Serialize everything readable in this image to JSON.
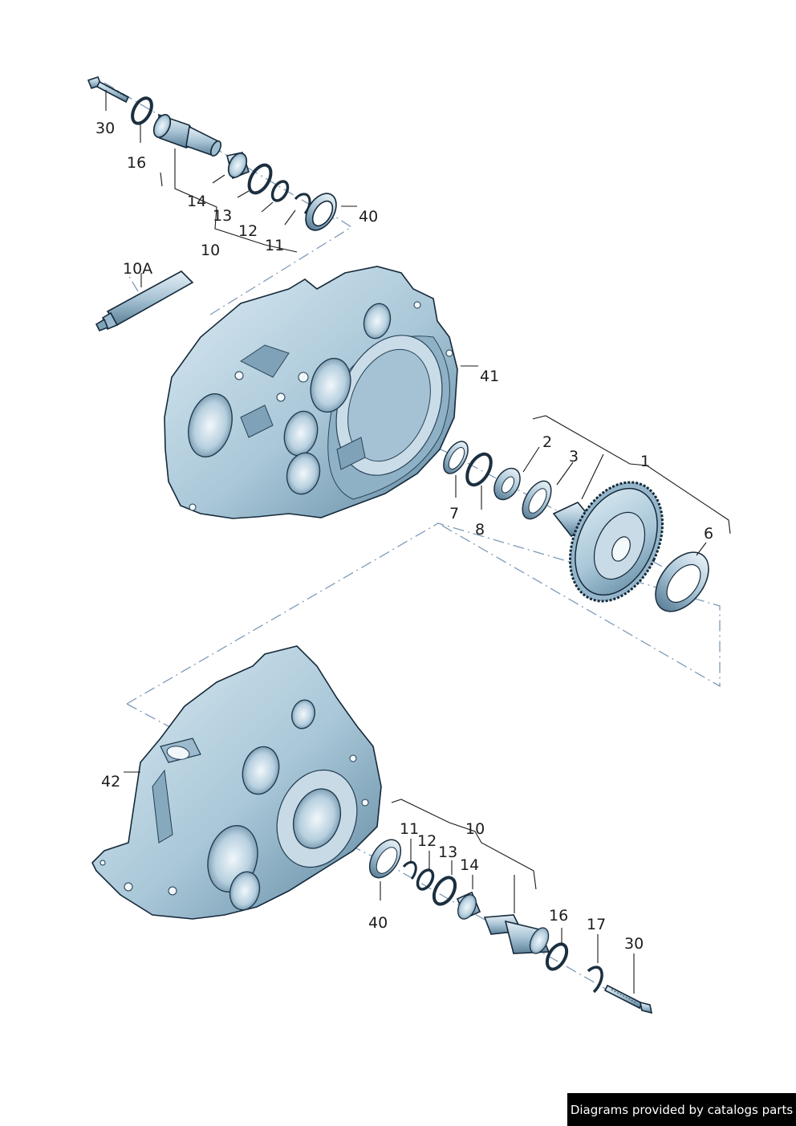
{
  "diagram": {
    "callouts": {
      "c30_top": "30",
      "c16_top": "16",
      "c14_top": "14",
      "c13_top": "13",
      "c12_top": "12",
      "c11_top": "11",
      "c10_top": "10",
      "c40_top": "40",
      "c10a": "10A",
      "c41": "41",
      "c2": "2",
      "c3": "3",
      "c1": "1",
      "c7": "7",
      "c8": "8",
      "c6": "6",
      "c42": "42",
      "c11_bot": "11",
      "c10_bot": "10",
      "c12_bot": "12",
      "c13_bot": "13",
      "c14_bot": "14",
      "c40_bot": "40",
      "c16_bot": "16",
      "c17": "17",
      "c30_bot": "30"
    },
    "colors": {
      "part_fill": "#b9d3e2",
      "part_dark": "#6f95ad",
      "part_light": "#dcebf3",
      "outline": "#15293a",
      "dash_line": "#7f9bb8"
    }
  },
  "footer": {
    "text": "Diagrams provided by catalogs parts"
  }
}
